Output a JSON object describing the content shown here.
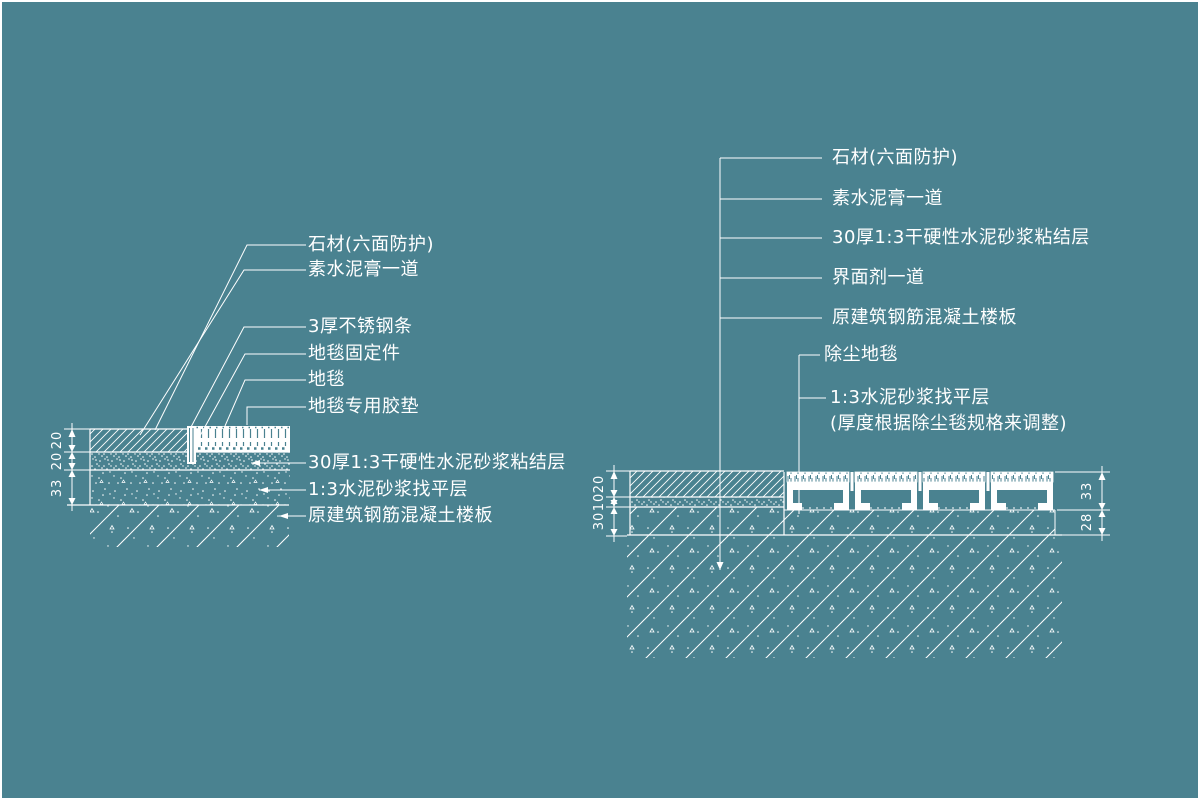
{
  "drawing_title": "floor construction details",
  "colors": {
    "background": "#4A8290",
    "line": "#FFFFFF"
  },
  "left_detail": {
    "labels": {
      "stone": "石材(六面防护)",
      "cement_paste": "素水泥膏一道",
      "steel_strip": "3厚不锈钢条",
      "carpet_fixing": "地毯固定件",
      "carpet": "地毯",
      "carpet_underlay": "地毯专用胶垫",
      "bonding_layer": "30厚1:3干硬性水泥砂浆粘结层",
      "leveling_layer": "1:3水泥砂浆找平层",
      "slab": "原建筑钢筋混凝土楼板"
    },
    "dims": [
      "20",
      "20",
      "33"
    ]
  },
  "right_detail": {
    "labels": {
      "stone": "石材(六面防护)",
      "cement_paste": "素水泥膏一道",
      "bonding_layer": "30厚1:3干硬性水泥砂浆粘结层",
      "interface_agent": "界面剂一道",
      "slab": "原建筑钢筋混凝土楼板",
      "dust_carpet": "除尘地毯",
      "leveling_layer": "1:3水泥砂浆找平层",
      "leveling_note": "(厚度根据除尘毯规格来调整)"
    },
    "dims_left": [
      "20",
      "10",
      "30"
    ],
    "dims_right": [
      "33",
      "28"
    ]
  }
}
